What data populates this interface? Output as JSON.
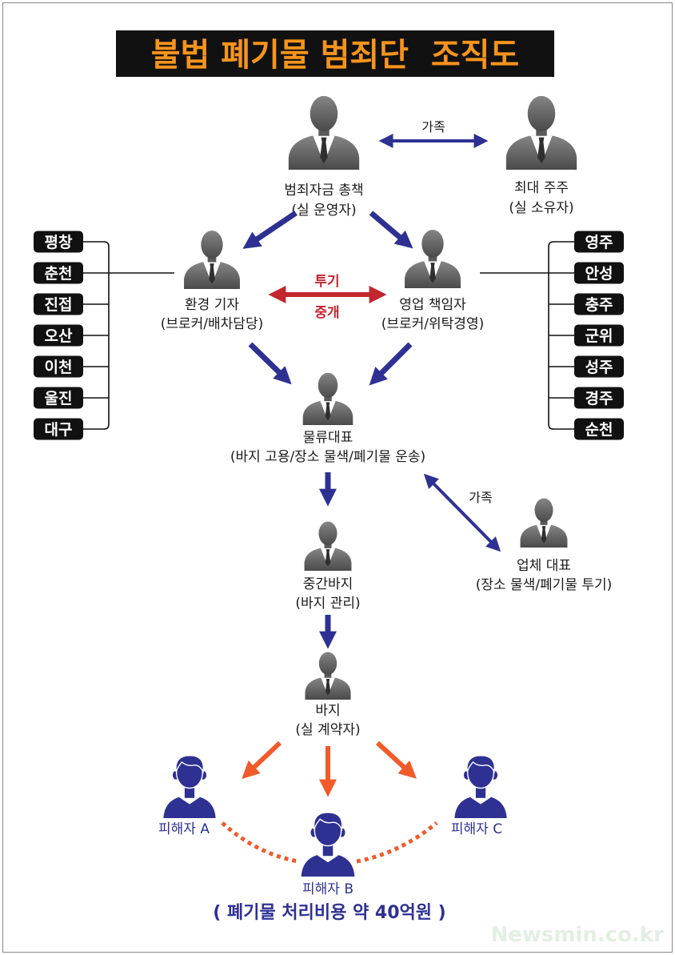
{
  "title": "불법 폐기물 범죄단  조직도",
  "nodes": {
    "chief": {
      "name": "범죄자금 총책",
      "role": "(실 운영자)"
    },
    "major_shareholder": {
      "name": "최대 주주",
      "role": "(실 소유자)"
    },
    "environment_reporter": {
      "name": "환경 기자",
      "role": "(브로커/배차담당)"
    },
    "sales_manager": {
      "name": "영업 책임자",
      "role": "(브로커/위탁경영)"
    },
    "logistics_ceo": {
      "name": "물류대표",
      "role": "(바지 고용/장소 물색/폐기물 운송)"
    },
    "company_ceo": {
      "name": "업체 대표",
      "role": "(장소 물색/폐기물 투기)"
    },
    "middle_baji": {
      "name": "중간바지",
      "role": "(바지 관리)"
    },
    "baji": {
      "name": "바지",
      "role": "(실 계약자)"
    }
  },
  "relations": {
    "chief_shareholder": "가족",
    "logistics_company": "가족",
    "reporter_sales_top": "투기",
    "reporter_sales_bottom": "중개"
  },
  "left_regions": [
    "평창",
    "춘천",
    "진접",
    "오산",
    "이천",
    "울진",
    "대구"
  ],
  "right_regions": [
    "영주",
    "안성",
    "충주",
    "군위",
    "성주",
    "경주",
    "순천"
  ],
  "victims": {
    "a": "피해자 A",
    "b": "피해자 B",
    "c": "피해자 C"
  },
  "total_cost": "( 폐기물 처리비용 약 40억원 )",
  "watermark": "Newsmin.co.kr",
  "colors": {
    "title_text": "#f7941d",
    "title_background": "#111111",
    "primary_blue": "#2e3192",
    "relation_red": "#c1272d",
    "victim_arrow_orange": "#f15a29",
    "person_gray": "#5a5a5a"
  }
}
